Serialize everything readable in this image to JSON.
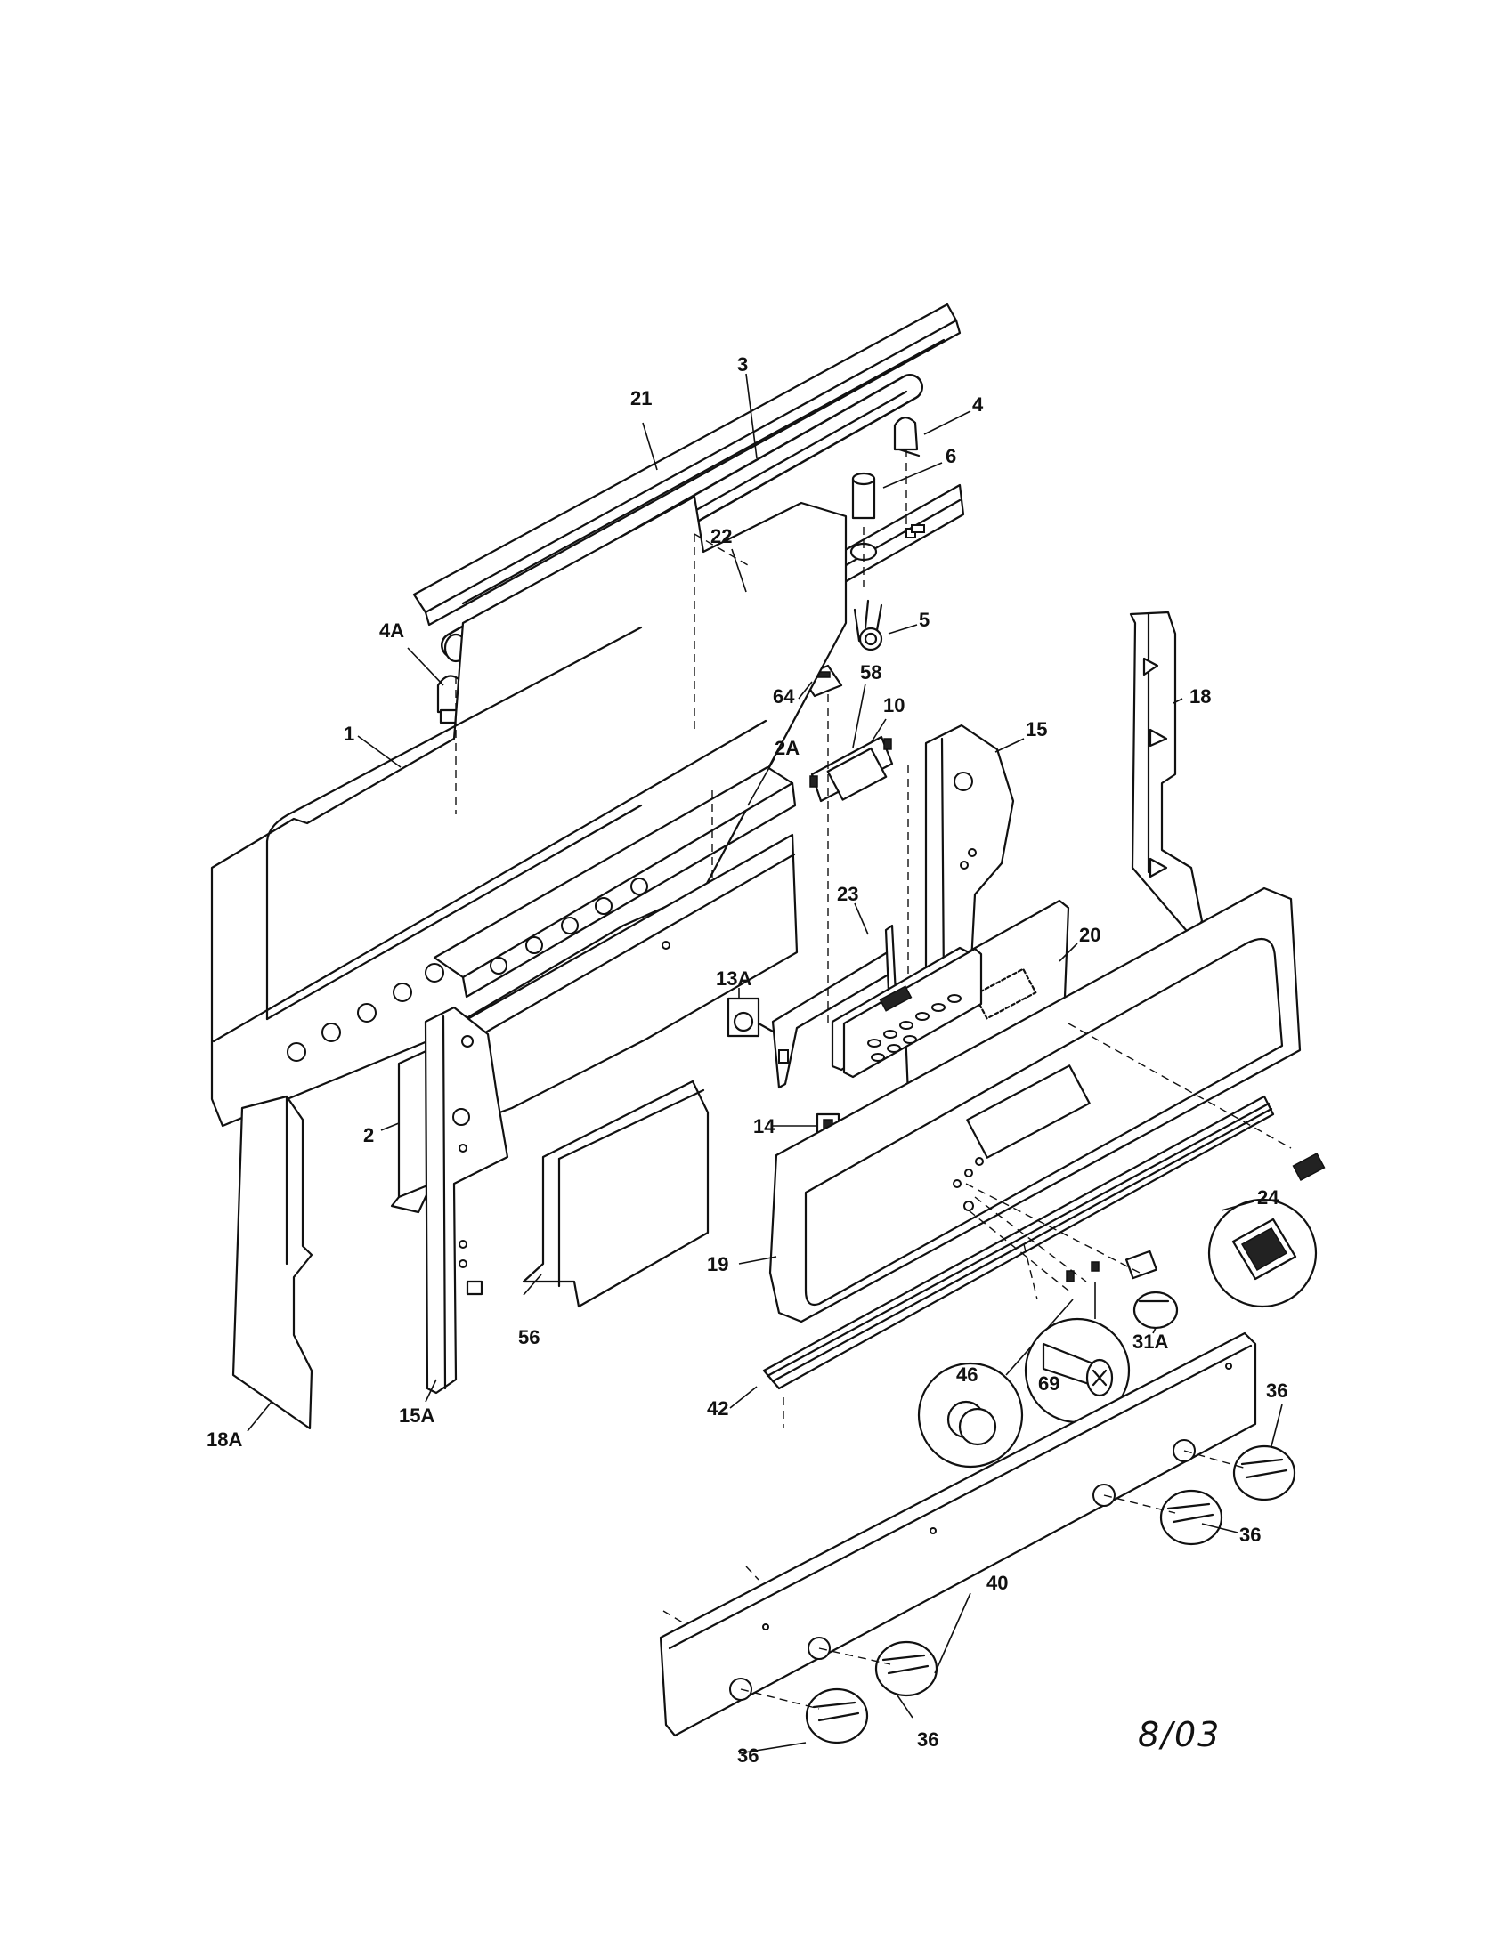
{
  "date_code": "8/03",
  "callouts": [
    "21",
    "3",
    "4",
    "6",
    "22",
    "5",
    "4A",
    "64",
    "58",
    "10",
    "15",
    "18",
    "1",
    "2A",
    "23",
    "20",
    "13A",
    "2",
    "14",
    "24",
    "19",
    "56",
    "31A",
    "46",
    "69",
    "42",
    "36",
    "18A",
    "15A",
    "36",
    "40",
    "36",
    "36"
  ]
}
